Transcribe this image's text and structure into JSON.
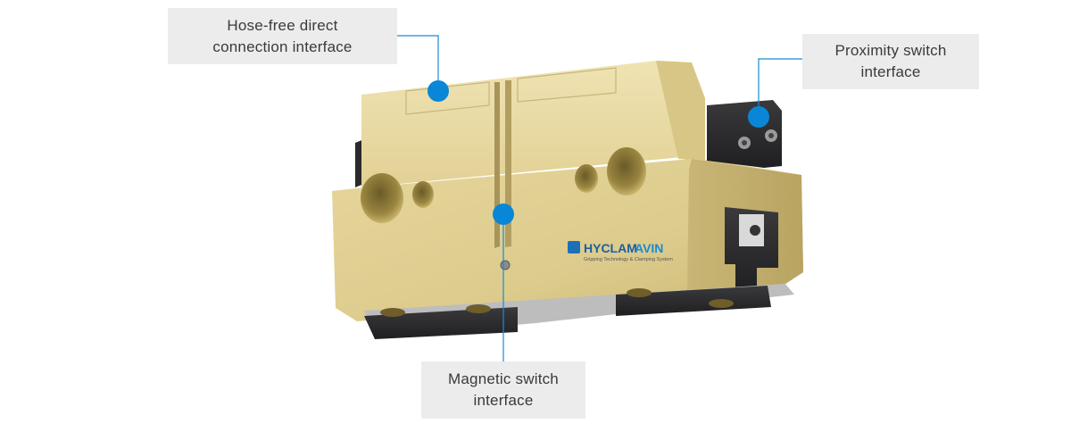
{
  "callouts": {
    "hose_free": {
      "line1": "Hose-free direct",
      "line2": "connection interface"
    },
    "proximity": {
      "line1": "Proximity switch",
      "line2": "interface"
    },
    "magnetic": {
      "line1": "Magnetic switch",
      "line2": "interface"
    }
  },
  "logo": {
    "brand_part1": "HYCLAM",
    "brand_part2": "AVIN",
    "tagline": "Gripping Technology & Clamping System"
  },
  "colors": {
    "callout_bg": "#ececec",
    "leader_line": "#1a8ad4",
    "marker": "#0a86d6",
    "body_gold": "#e3d39a",
    "jaw_dark": "#2b2b2d"
  }
}
